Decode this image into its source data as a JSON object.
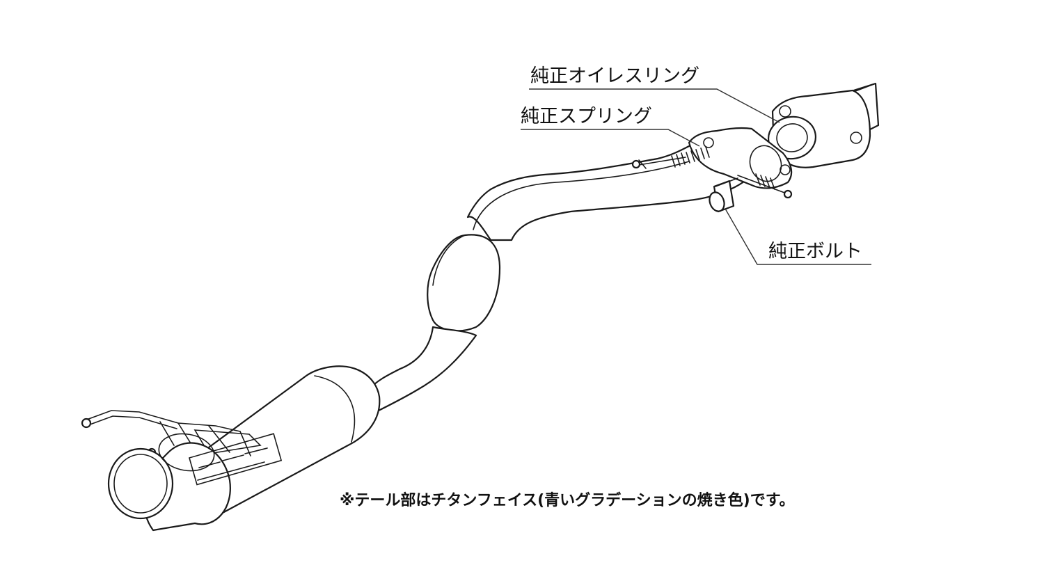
{
  "diagram": {
    "labels": {
      "oil_ring": "純正オイレスリング",
      "spring": "純正スプリング",
      "bolt": "純正ボルト"
    },
    "note": "※テール部はチタンフェイス(青いグラデーションの焼き色)です。",
    "colors": {
      "line": "#1a1a1a",
      "background": "#ffffff"
    }
  }
}
